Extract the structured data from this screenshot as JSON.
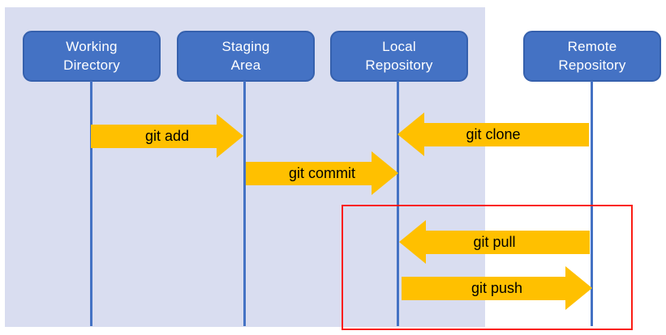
{
  "diagram": {
    "type": "git-workflow-sequence-diagram",
    "colors": {
      "panel_background": "#d9ddf0",
      "node_fill": "#4472c4",
      "node_border": "#3560ad",
      "node_text": "#ffffff",
      "lifeline": "#4472c4",
      "arrow_fill": "#ffc000",
      "arrow_text": "#000000",
      "highlight_border": "#fb1d14"
    },
    "nodes": [
      {
        "id": "working-directory",
        "label_line1": "Working",
        "label_line2": "Directory"
      },
      {
        "id": "staging-area",
        "label_line1": "Staging",
        "label_line2": "Area"
      },
      {
        "id": "local-repository",
        "label_line1": "Local",
        "label_line2": "Repository"
      },
      {
        "id": "remote-repository",
        "label_line1": "Remote",
        "label_line2": "Repository"
      }
    ],
    "arrows": [
      {
        "id": "git-add",
        "label": "git add",
        "from": "working-directory",
        "to": "staging-area",
        "direction": "right"
      },
      {
        "id": "git-commit",
        "label": "git commit",
        "from": "staging-area",
        "to": "local-repository",
        "direction": "right"
      },
      {
        "id": "git-clone",
        "label": "git clone",
        "from": "remote-repository",
        "to": "local-repository",
        "direction": "left"
      },
      {
        "id": "git-pull",
        "label": "git pull",
        "from": "remote-repository",
        "to": "local-repository",
        "direction": "left"
      },
      {
        "id": "git-push",
        "label": "git push",
        "from": "local-repository",
        "to": "remote-repository",
        "direction": "right"
      }
    ]
  }
}
